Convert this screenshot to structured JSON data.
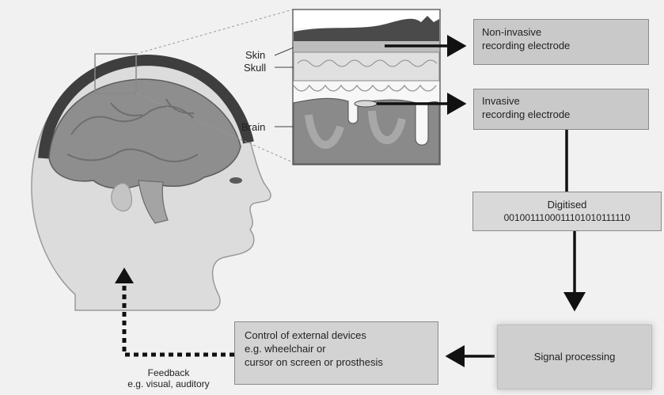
{
  "labels": {
    "skin": "Skin",
    "skull": "Skull",
    "brain": "Brain"
  },
  "boxes": {
    "non_invasive": {
      "line1": "Non-invasive",
      "line2": "recording electrode"
    },
    "invasive": {
      "line1": "Invasive",
      "line2": "recording electrode"
    },
    "digitised": {
      "line1": "Digitised",
      "line2": "0010011100011101010111110"
    },
    "signal_processing": {
      "line1": "Signal processing"
    },
    "control": {
      "line1": "Control of external devices",
      "line2": "e.g. wheelchair or",
      "line3": "cursor on screen or prosthesis"
    }
  },
  "feedback": {
    "line1": "Feedback",
    "line2": "e.g. visual, auditory"
  },
  "colors": {
    "background": "#f1f1f1",
    "box_fill": "#c9c9c9",
    "skin_dark": "#4a4a4a",
    "brain_gray": "#8e8e8e",
    "arrow": "#111111"
  }
}
